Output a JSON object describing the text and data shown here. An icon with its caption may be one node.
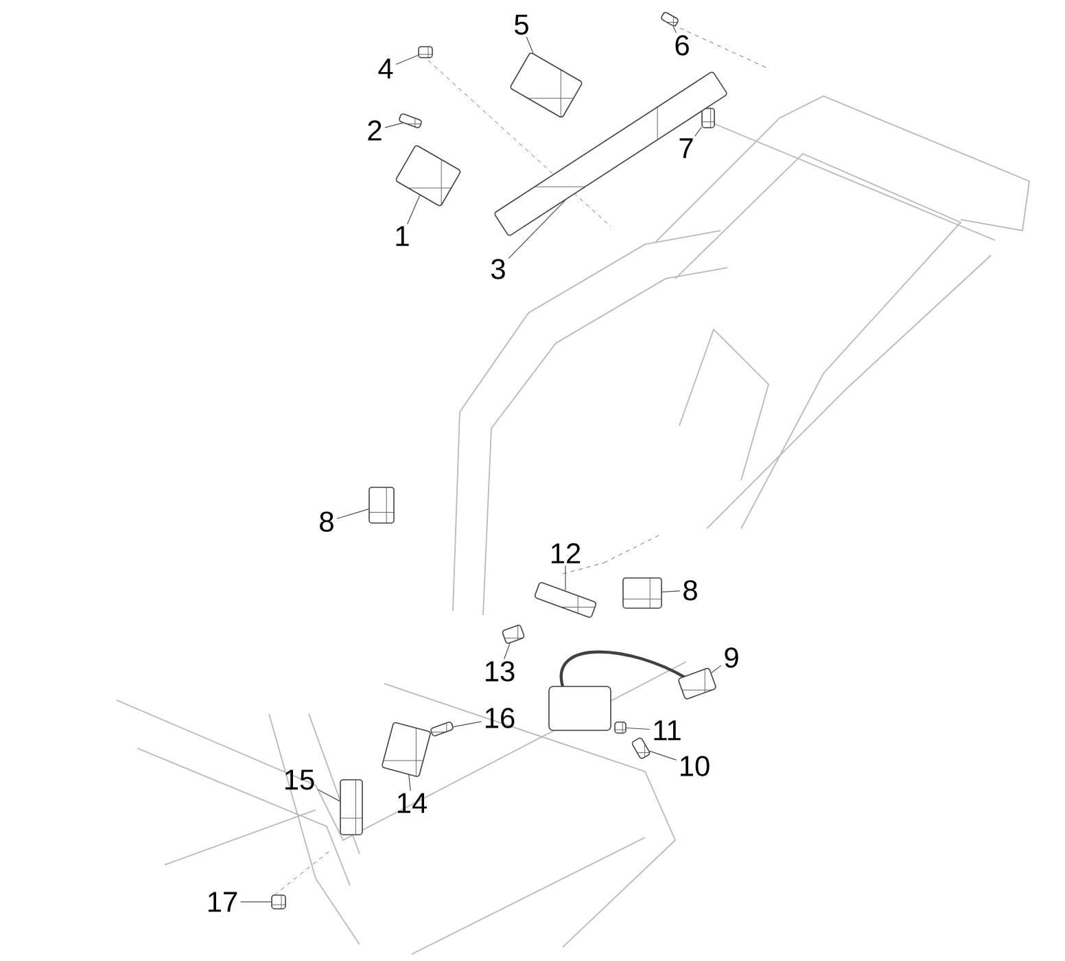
{
  "diagram": {
    "nodes": [
      {
        "text": [
          "5"
        ]
      },
      {
        "text": [],
        "shape": "picture"
      },
      {
        "text": [
          "6"
        ]
      },
      {
        "text": [],
        "shape": "picture"
      },
      {
        "text": [
          "4"
        ]
      },
      {
        "text": [],
        "shape": "picture"
      },
      {
        "text": [
          "2"
        ]
      },
      {
        "text": [],
        "shape": "picture"
      },
      {
        "text": [
          "7"
        ]
      },
      {
        "text": [],
        "shape": "picture"
      },
      {
        "text": [
          "1"
        ]
      },
      {
        "text": [],
        "shape": "picture"
      },
      {
        "text": [
          "3"
        ]
      },
      {
        "text": [],
        "shape": "picture"
      },
      {
        "text": [
          "8"
        ]
      },
      {
        "text": [],
        "shape": "picture"
      },
      {
        "text": [
          "12"
        ]
      },
      {
        "text": [],
        "shape": "picture"
      },
      {
        "text": [
          "8"
        ]
      },
      {
        "text": [],
        "shape": "picture"
      },
      {
        "text": [
          "9"
        ]
      },
      {
        "text": [],
        "shape": "picture"
      },
      {
        "text": [
          "13"
        ]
      },
      {
        "text": [],
        "shape": "picture"
      },
      {
        "text": [
          "16"
        ]
      },
      {
        "text": [],
        "shape": "picture"
      },
      {
        "text": [
          "11"
        ]
      },
      {
        "text": [],
        "shape": "picture"
      },
      {
        "text": [
          "10"
        ]
      },
      {
        "text": [],
        "shape": "picture"
      },
      {
        "text": [
          "14"
        ]
      },
      {
        "text": [],
        "shape": "picture"
      },
      {
        "text": [
          "15"
        ]
      },
      {
        "text": [],
        "shape": "picture"
      },
      {
        "text": [
          "17"
        ]
      },
      {
        "text": [],
        "shape": "picture"
      }
    ],
    "edges": [
      {
        "from": 0,
        "to": 1,
        "arrow": "none"
      },
      {
        "from": 2,
        "to": 3,
        "arrow": "none"
      },
      {
        "from": 4,
        "to": 5,
        "arrow": "none"
      },
      {
        "from": 6,
        "to": 7,
        "arrow": "none"
      },
      {
        "from": 8,
        "to": 9,
        "arrow": "none"
      },
      {
        "from": 10,
        "to": 11,
        "arrow": "none"
      },
      {
        "from": 12,
        "to": 13,
        "arrow": "none"
      },
      {
        "from": 14,
        "to": 15,
        "arrow": "none"
      },
      {
        "from": 16,
        "to": 17,
        "arrow": "none"
      },
      {
        "from": 18,
        "to": 19,
        "arrow": "none"
      },
      {
        "from": 20,
        "to": 21,
        "arrow": "none"
      },
      {
        "from": 22,
        "to": 23,
        "arrow": "none"
      },
      {
        "from": 24,
        "to": 25,
        "arrow": "none"
      },
      {
        "from": 26,
        "to": 27,
        "arrow": "none"
      },
      {
        "from": 28,
        "to": 29,
        "arrow": "none"
      },
      {
        "from": 30,
        "to": 31,
        "arrow": "none"
      },
      {
        "from": 32,
        "to": 33,
        "arrow": "none"
      },
      {
        "from": 34,
        "to": 35,
        "arrow": "none"
      }
    ]
  }
}
